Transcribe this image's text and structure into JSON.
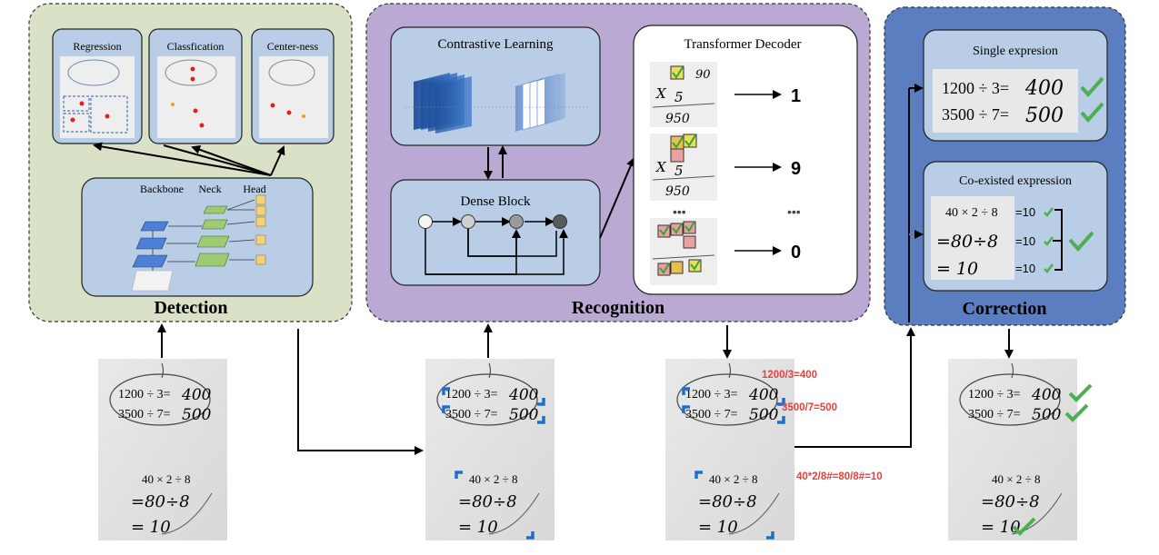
{
  "colors": {
    "detection_bg": "#d9e2c7",
    "recognition_bg": "#b9a9d3",
    "correction_bg": "#5a7ec0",
    "inner_box": "#b9cde6",
    "white_box": "#ffffff",
    "check": "#4caf50",
    "red_text": "#e8413a",
    "blue_mark": "#1f6fc9",
    "dense_white": "#f4f4f4",
    "dense_light": "#cfcfcf",
    "dense_mid": "#9a9a9a",
    "dense_dark": "#5a5a5a"
  },
  "detection": {
    "title": "Detection",
    "branches": [
      "Regression",
      "Classfication",
      "Center-ness"
    ],
    "backbone_labels": [
      "Backbone",
      "Neck",
      "Head"
    ]
  },
  "recognition": {
    "title": "Recognition",
    "contrastive": "Contrastive Learning",
    "dense": "Dense Block",
    "transformer": "Transformer Decoder",
    "outputs": [
      "1",
      "9",
      "0"
    ],
    "ellipsis": "•••",
    "ellipsis_right": "•••"
  },
  "correction": {
    "title": "Correction",
    "single": "Single expresion",
    "coexisted": "Co-existed expression",
    "results": [
      "=10",
      "=10",
      "=10"
    ]
  },
  "worksheet": {
    "line1_print": "1200 ÷ 3=",
    "line1_hand": "400",
    "line2_print": "3500 ÷ 7=",
    "line2_hand": "500",
    "line3_print": "40 × 2 ÷ 8",
    "line4_hand": "=80÷8",
    "line5_hand": "= 10"
  },
  "recognized_text": {
    "r1": "1200/3=400",
    "r2": "3500/7=500",
    "r3": "40*2/8#=80/8#=10"
  },
  "digit_samples": {
    "top": "90",
    "mid": "5",
    "bot": "950",
    "x": "X"
  }
}
